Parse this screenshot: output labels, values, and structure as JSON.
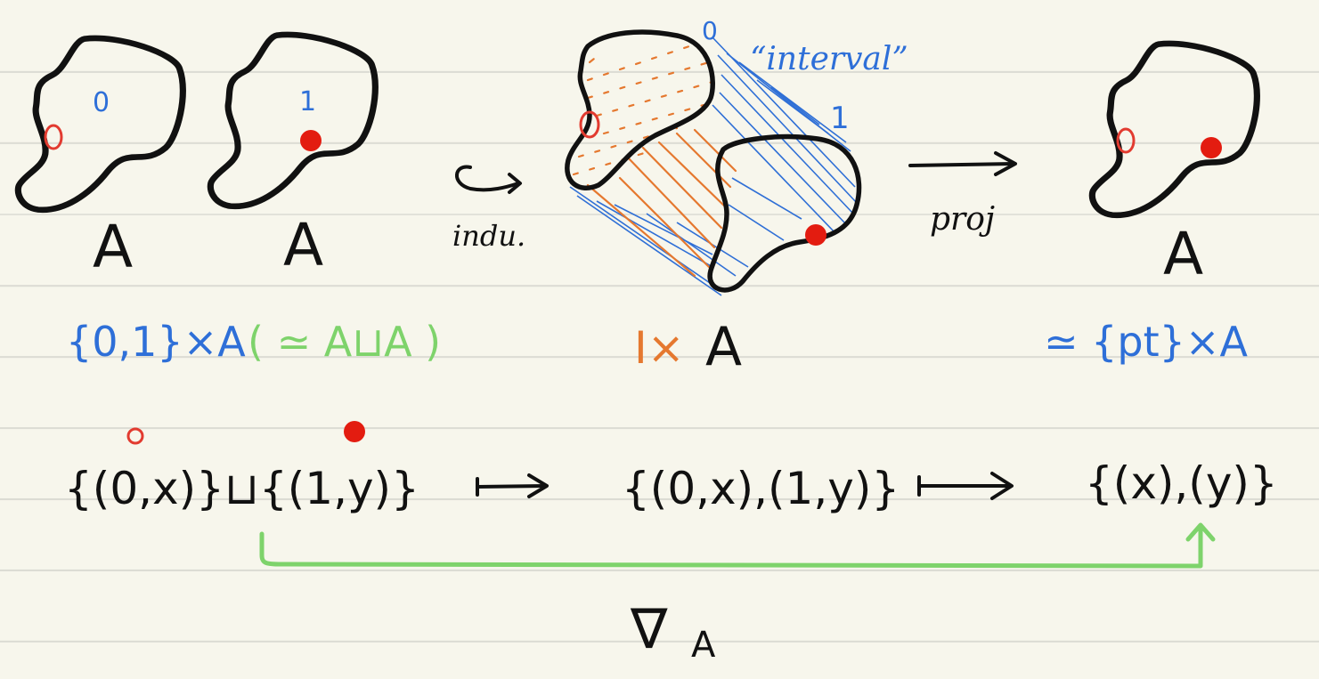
{
  "labels": {
    "blob_left_0_label": "0",
    "blob_left_1_label": "1",
    "blob_left_0_name": "A",
    "blob_left_1_name": "A",
    "inclusion_label": "indu.",
    "interval_label": "“interval”",
    "interval_end_0": "0",
    "interval_end_1": "1",
    "projection_label": "proj",
    "blob_right_name": "A"
  },
  "formulas": {
    "left_blue": "{0,1}×A",
    "left_green": "( ≃ A⊔A )",
    "middle_orange": "I×",
    "middle_black": "A",
    "right_blue": "≃ {pt}×A"
  },
  "bottom_row": {
    "left_expr": "{(0,x)}⊔{(1,y)}",
    "middle_expr": "{(0,x),(1,y)}",
    "right_expr": "{(x),(y)}",
    "codiagonal_symbol": "∇",
    "codiagonal_subscript": "A"
  },
  "colors": {
    "paper": "#f7f6ec",
    "ink": "#111111",
    "blue": "#2f6fd6",
    "orange": "#e5782f",
    "green": "#7ed36b",
    "red": "#e31c10"
  }
}
